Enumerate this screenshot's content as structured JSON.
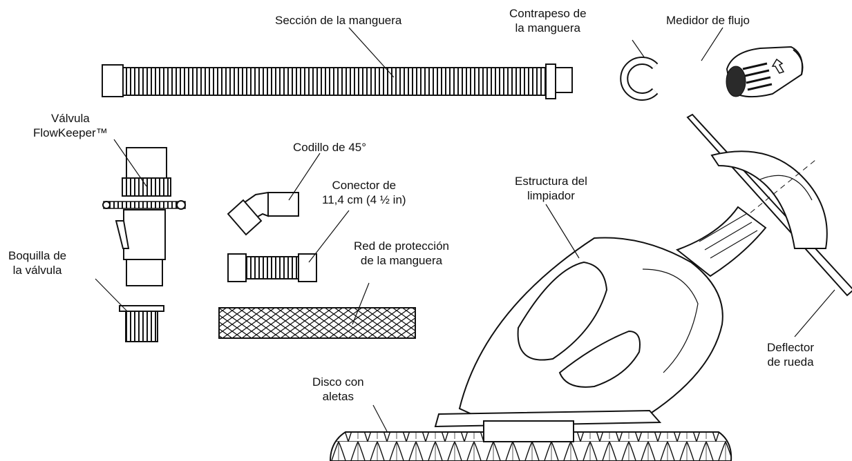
{
  "labels": {
    "hose_section": "Sección de la manguera",
    "hose_weight_line1": "Contrapeso de",
    "hose_weight_line2": "la manguera",
    "flow_meter": "Medidor de flujo",
    "valve_line1": "Válvula",
    "valve_line2": "FlowKeeper™",
    "elbow": "Codillo de 45°",
    "connector_line1": "Conector de",
    "connector_line2": "11,4 cm (4 ½ in)",
    "cleaner_body_line1": "Estructura del",
    "cleaner_body_line2": "limpiador",
    "hose_net_line1": "Red de protección",
    "hose_net_line2": "de la manguera",
    "valve_nozzle_line1": "Boquilla de",
    "valve_nozzle_line2": "la válvula",
    "disc_line1": "Disco con",
    "disc_line2": "aletas",
    "wheel_deflector_line1": "Deflector",
    "wheel_deflector_line2": "de rueda"
  }
}
